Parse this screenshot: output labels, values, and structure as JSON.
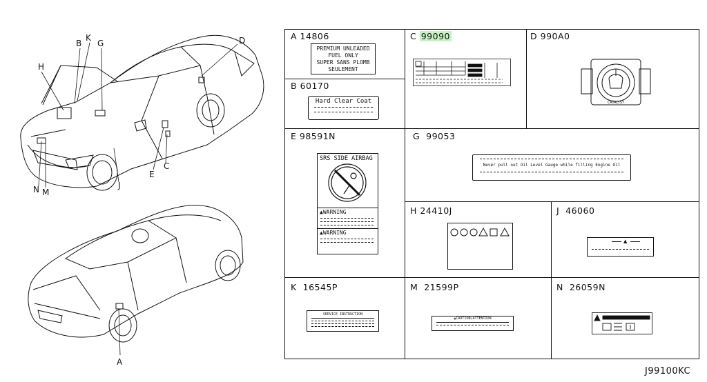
{
  "document_code": "J99100KC",
  "callouts": {
    "A": "A",
    "C": "C",
    "D": "D",
    "E": "E",
    "G": "G",
    "H": "H",
    "J": "J",
    "K": "K",
    "B": "B",
    "M": "M",
    "N": "N"
  },
  "cells": {
    "A": {
      "letter": "A",
      "part": "14806",
      "label_lines": [
        "PREMIUM UNLEADED",
        "FUEL ONLY",
        "SUPER SANS PLOMB",
        "SEULEMENT"
      ]
    },
    "B": {
      "letter": "B",
      "part": "60170",
      "label_text": "Hard Clear Coat"
    },
    "C": {
      "letter": "C",
      "part": "99090"
    },
    "D": {
      "letter": "D",
      "part": "990A0",
      "label_text": "CATALYST"
    },
    "E": {
      "letter": "E",
      "part": "98591N",
      "label_title": "SRS SIDE AIRBAG",
      "warning1": "WARNING",
      "warning2": "WARNING"
    },
    "G": {
      "letter": "G",
      "part": "99053",
      "label_text": "Never pull out Oil Level Gauge while filling Engine Oil"
    },
    "H": {
      "letter": "H",
      "part": "24410J"
    },
    "J": {
      "letter": "J",
      "part": "46060"
    },
    "K": {
      "letter": "K",
      "part": "16545P",
      "label_text": "SERVICE INSTRUCTION"
    },
    "M": {
      "letter": "M",
      "part": "21599P",
      "label_text": "CAUTION/ATTENTION"
    },
    "N": {
      "letter": "N",
      "part": "26059N"
    }
  }
}
